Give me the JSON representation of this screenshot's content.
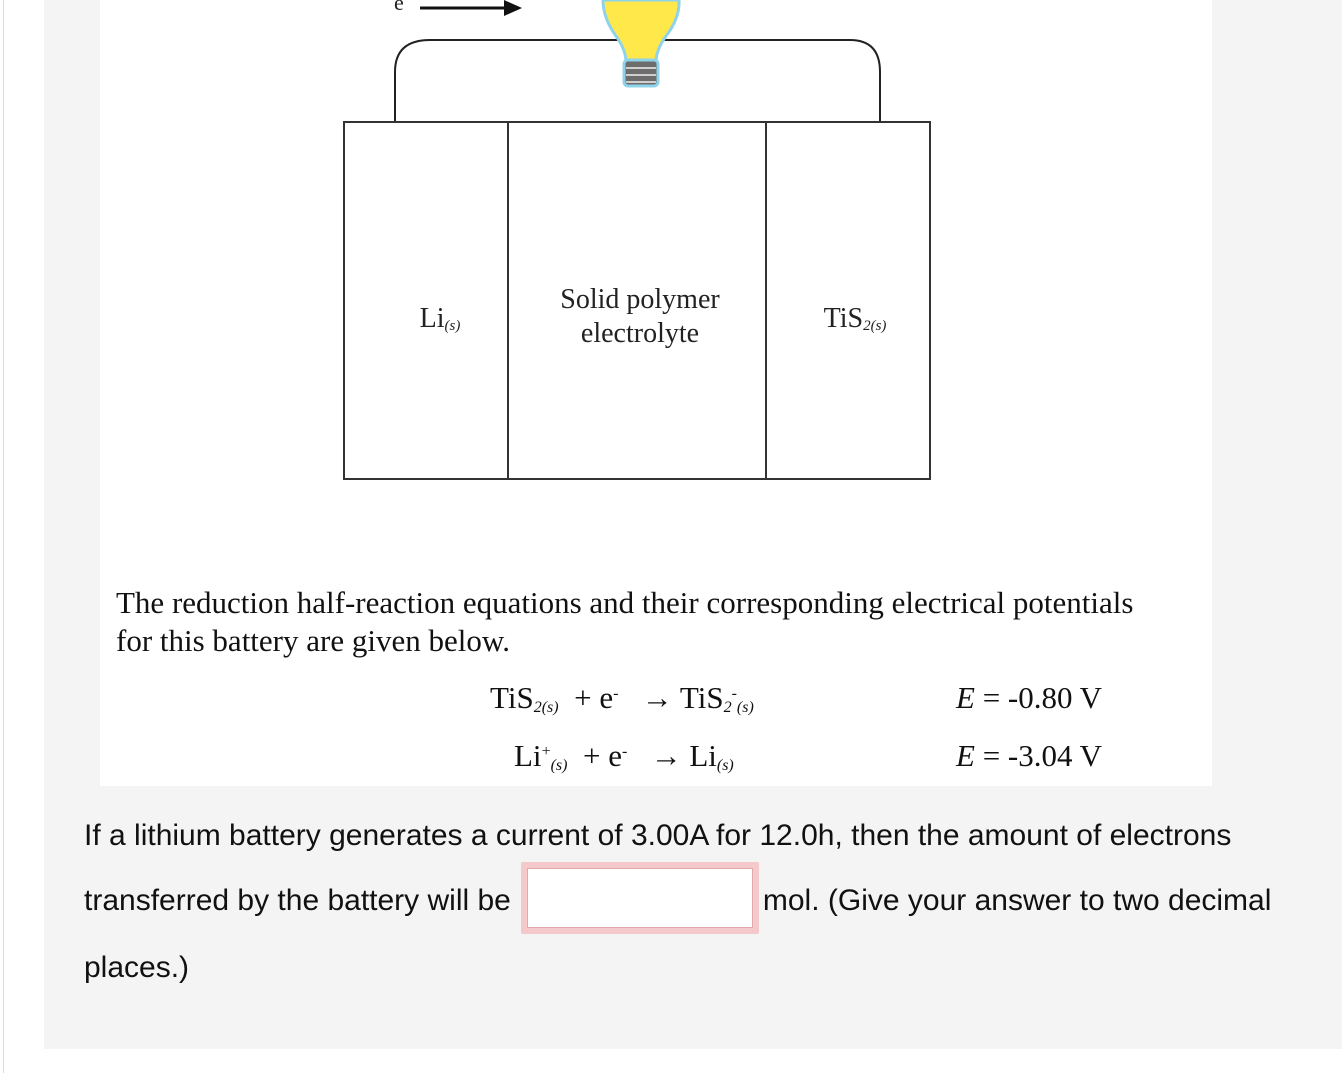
{
  "diagram": {
    "electron_label": "e",
    "cells": {
      "anode_label": "Li",
      "anode_state": "(s)",
      "electrolyte_label_line1": "Solid polymer",
      "electrolyte_label_line2": "electrolyte",
      "cathode_label": "TiS",
      "cathode_subscript": "2(s)"
    },
    "bulb_color": "#ffe94a"
  },
  "intro_text": "The reduction half-reaction equations and their corresponding electrical potentials for this battery are given below.",
  "equations": [
    {
      "reactant": "TiS",
      "reactant_sub": "2(s)",
      "electron": "+ e",
      "electron_sup": "-",
      "arrow": "→",
      "product": "TiS",
      "product_sub": "2",
      "product_sup": "-",
      "product_state": "(s)",
      "potential_symbol": "E",
      "potential_value": "= -0.80 V"
    },
    {
      "reactant": "Li",
      "reactant_sup": "+",
      "reactant_sub": "(s)",
      "electron": "+ e",
      "electron_sup": "-",
      "arrow": "→",
      "product": "Li",
      "product_sub": "(s)",
      "potential_symbol": "E",
      "potential_value": "= -3.04 V"
    }
  ],
  "question": {
    "part1": "If a lithium battery generates a current of 3.00A for 12.0h, then the amount of electrons transferred by the battery will be",
    "answer_value": "",
    "part2": "mol.  (Give your answer to two decimal places.)"
  },
  "colors": {
    "panel_bg": "#f4f4f4",
    "input_highlight": "#f3c9cb"
  }
}
